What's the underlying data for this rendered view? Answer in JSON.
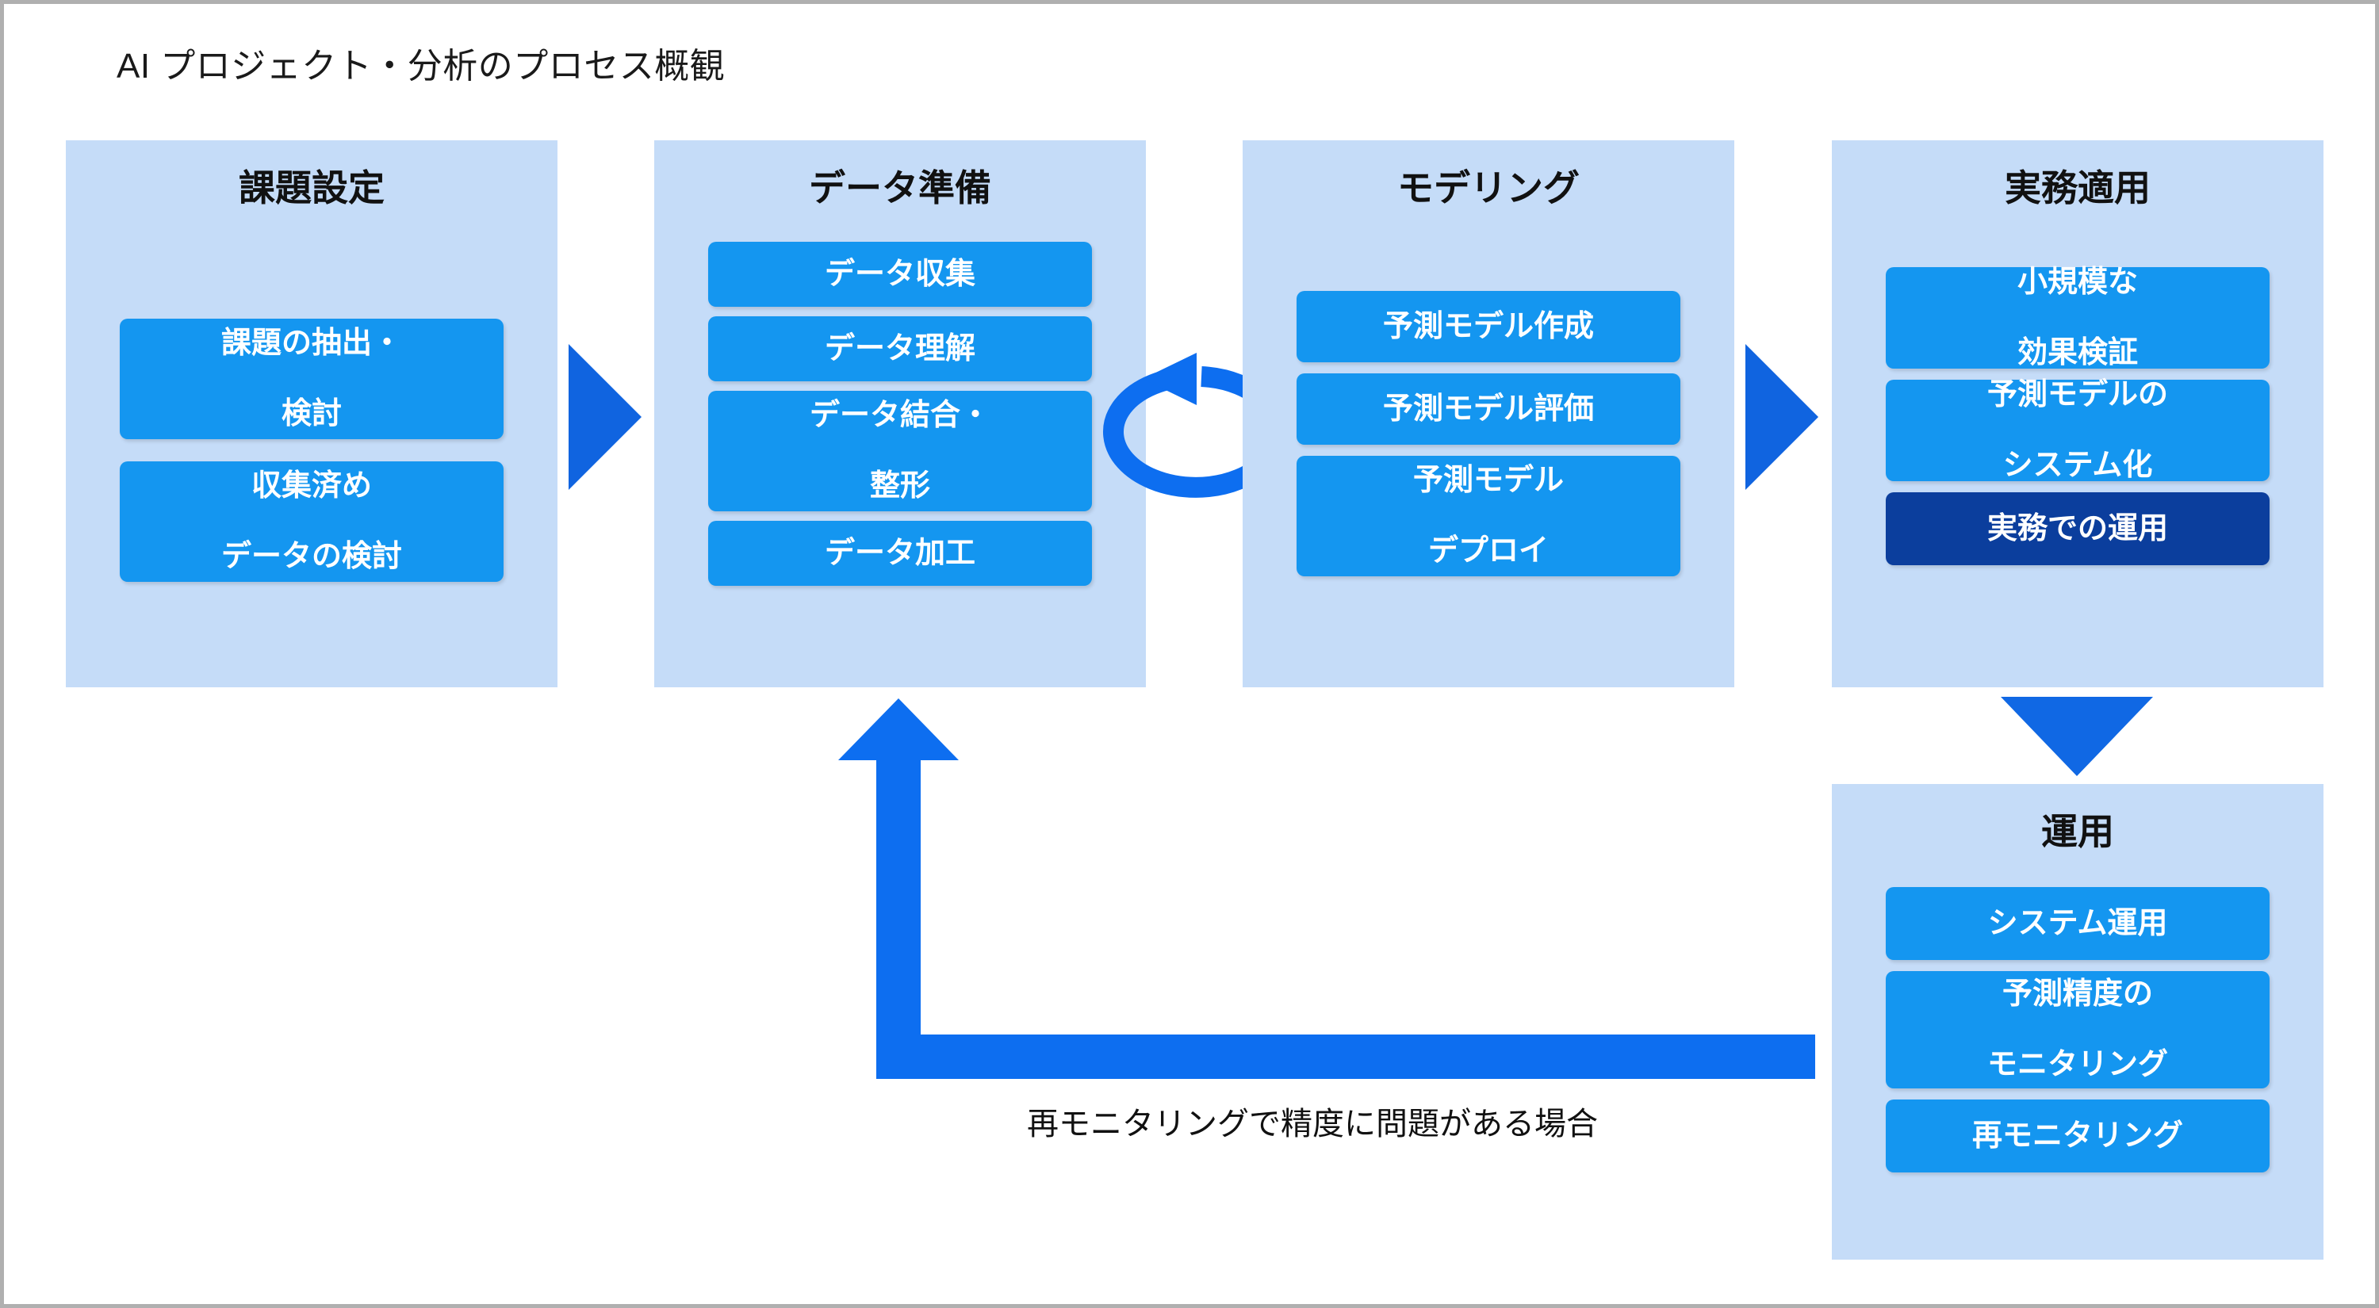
{
  "diagram": {
    "title": "AI プロジェクト・分析のプロセス概観",
    "colors": {
      "panel_bg": "#c5dcf8",
      "chip_blue": "#1496f0",
      "chip_navy": "#0b3e9d",
      "arrow_blue": "#0d6ef0",
      "text_dark": "#111111",
      "page_border": "#b0b0b0"
    },
    "stages": [
      {
        "id": "stage-1",
        "title": "課題設定",
        "items": [
          {
            "lines": [
              "課題の抽出・",
              "検討"
            ],
            "emphasis": false
          },
          {
            "lines": [
              "収集済め",
              "データの検討"
            ],
            "emphasis": false
          }
        ]
      },
      {
        "id": "stage-2",
        "title": "データ準備",
        "items": [
          {
            "lines": [
              "データ収集"
            ],
            "emphasis": false
          },
          {
            "lines": [
              "データ理解"
            ],
            "emphasis": false
          },
          {
            "lines": [
              "データ結合・",
              "整形"
            ],
            "emphasis": false
          },
          {
            "lines": [
              "データ加工"
            ],
            "emphasis": false
          }
        ]
      },
      {
        "id": "stage-3",
        "title": "モデリング",
        "items": [
          {
            "lines": [
              "予測モデル作成"
            ],
            "emphasis": false
          },
          {
            "lines": [
              "予測モデル評価"
            ],
            "emphasis": false
          },
          {
            "lines": [
              "予測モデル",
              "デプロイ"
            ],
            "emphasis": false
          }
        ]
      },
      {
        "id": "stage-4",
        "title": "実務適用",
        "items": [
          {
            "lines": [
              "小規模な",
              "効果検証"
            ],
            "emphasis": false
          },
          {
            "lines": [
              "予測モデルの",
              "システム化"
            ],
            "emphasis": false
          },
          {
            "lines": [
              "実務での運用"
            ],
            "emphasis": true
          }
        ]
      },
      {
        "id": "stage-5",
        "title": "運用",
        "items": [
          {
            "lines": [
              "システム運用"
            ],
            "emphasis": false
          },
          {
            "lines": [
              "予測精度の",
              "モニタリング"
            ],
            "emphasis": false
          },
          {
            "lines": [
              "再モニタリング"
            ],
            "emphasis": false
          }
        ]
      }
    ],
    "connectors": [
      {
        "id": "arrow-stage1-to-stage2",
        "kind": "triangle-right",
        "label": ""
      },
      {
        "id": "arrow-stage2-stage3-loop",
        "kind": "circular-loop",
        "label": ""
      },
      {
        "id": "arrow-stage3-to-stage4",
        "kind": "triangle-right",
        "label": ""
      },
      {
        "id": "arrow-stage4-to-stage5",
        "kind": "triangle-down",
        "label": ""
      },
      {
        "id": "arrow-feedback",
        "kind": "elbow-up",
        "label": "再モニタリングで精度に問題がある場合"
      }
    ]
  }
}
